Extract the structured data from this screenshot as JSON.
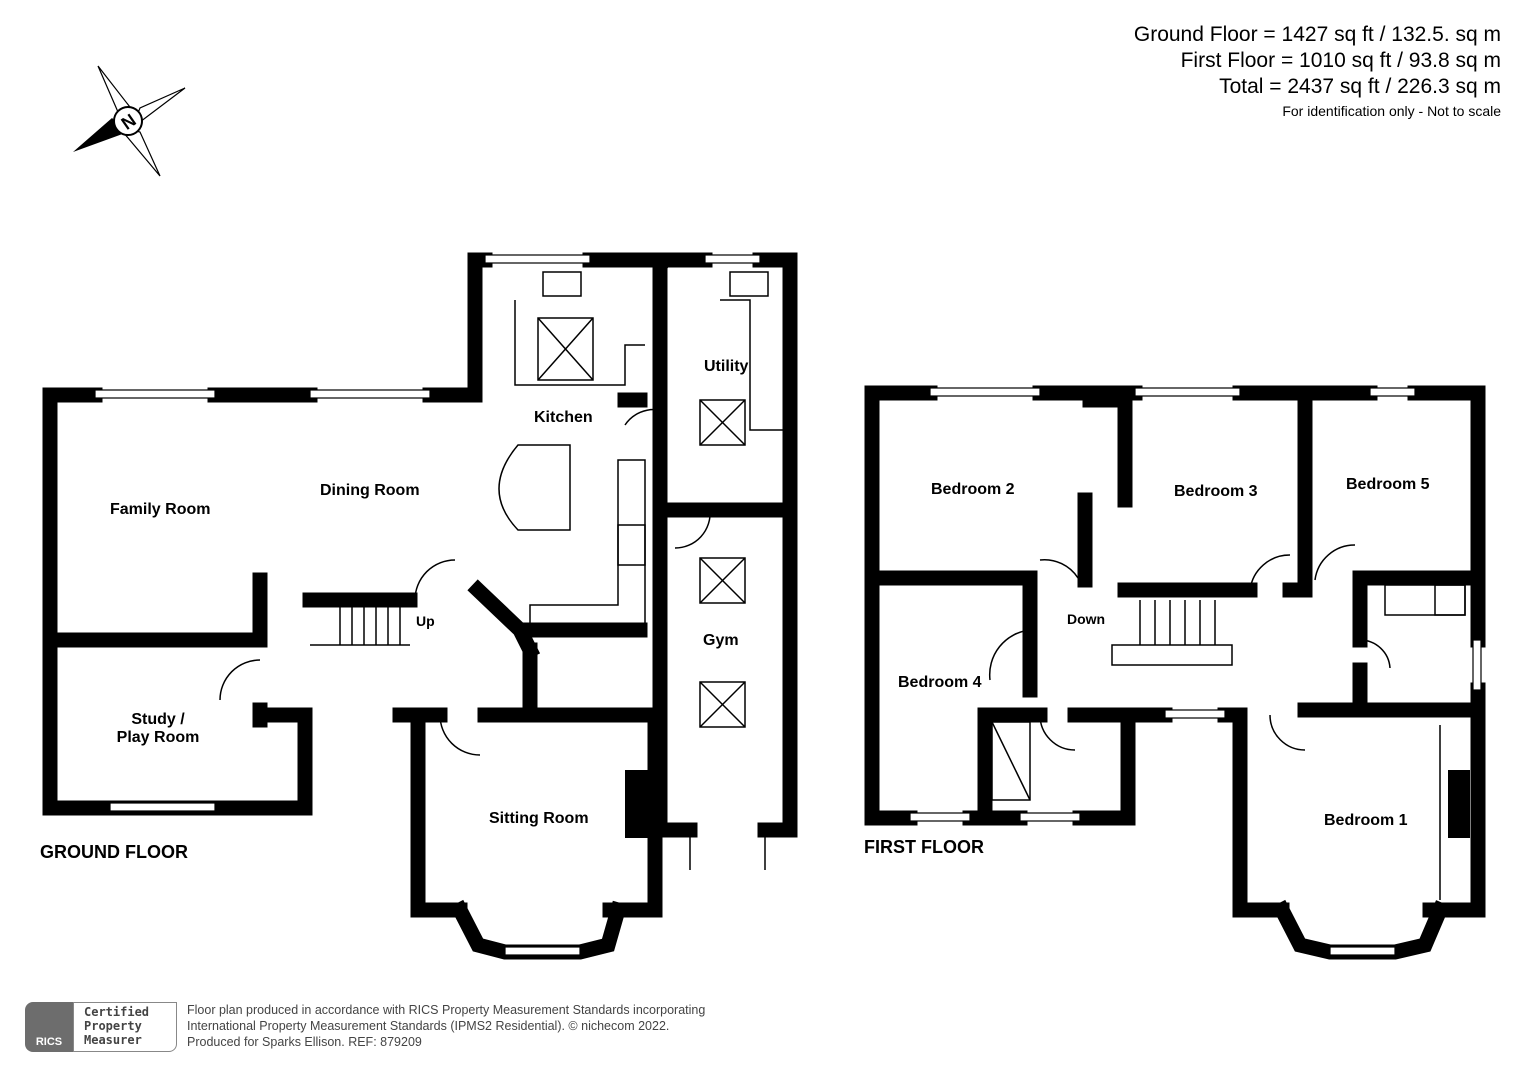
{
  "areas": {
    "ground_floor": "Ground Floor = 1427 sq ft / 132.5. sq m",
    "first_floor": "First Floor = 1010 sq ft / 93.8 sq m",
    "total": "Total = 2437 sq ft / 226.3 sq m",
    "note": "For identification only - Not to scale"
  },
  "compass": {
    "letter": "N",
    "icon": "compass-north-icon"
  },
  "ground_floor": {
    "title": "GROUND FLOOR",
    "rooms": {
      "kitchen": "Kitchen",
      "utility": "Utility",
      "dining": "Dining Room",
      "family": "Family Room",
      "study_1": "Study /",
      "study_2": "Play Room",
      "gym": "Gym",
      "sitting": "Sitting Room",
      "stairs": "Up"
    }
  },
  "first_floor": {
    "title": "FIRST FLOOR",
    "rooms": {
      "bed1": "Bedroom 1",
      "bed2": "Bedroom 2",
      "bed3": "Bedroom 3",
      "bed4": "Bedroom 4",
      "bed5": "Bedroom 5",
      "stairs": "Down"
    }
  },
  "footer": {
    "badge_mark": "RICS",
    "cert_1": "Certified",
    "cert_2": "Property",
    "cert_3": "Measurer",
    "line1": "Floor plan produced in accordance with RICS Property Measurement Standards incorporating",
    "line2": "International Property Measurement Standards (IPMS2 Residential).   © nichecom 2022.",
    "line3": "Produced for Sparks Ellison.   REF:  879209"
  }
}
